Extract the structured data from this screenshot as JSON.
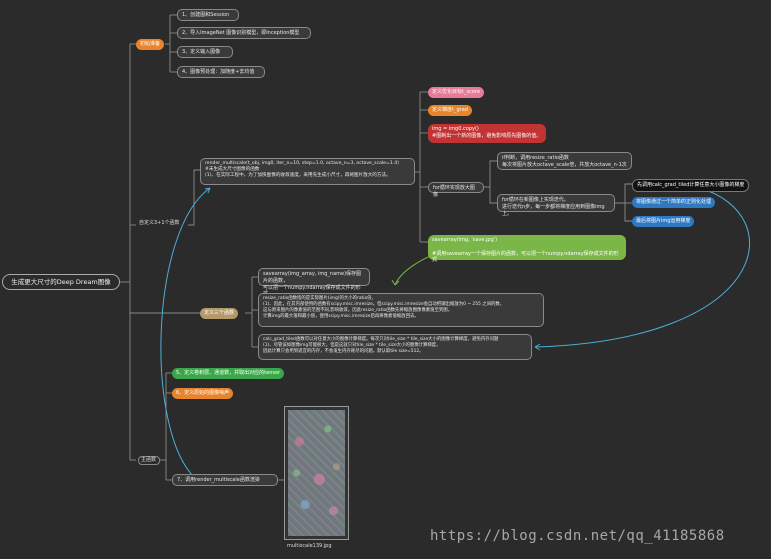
{
  "colors": {
    "orange": "#e8842c",
    "green": "#3aa84a",
    "pink": "#e87a9a",
    "red": "#c23434",
    "lime": "#7ab648",
    "blue_link": "#4ab0d8",
    "connector": "#8a8a8a"
  },
  "root": {
    "title": "生成更大尺寸的Deep Dream图像"
  },
  "branch1": {
    "label": "初始准备",
    "items": [
      "1、创建图和Session",
      "2、导入ImageNet 图像识别模型，即Inception模型",
      "3、定义输入图像",
      "4、图像预处理：加随度+去均值"
    ]
  },
  "branch2": {
    "label": "自定义3+1个函数",
    "render_text": "render_multiscale(t_obj, img0, iter_n=10, step=1.0, octave_n=3, octave_scale=1.4)\n  #未生成大尺寸图像的函数\n(1)、在实际工程中，为了加快图像的收敛速度，采用先生成小尺寸，再将图片放大的方法。",
    "steps": [
      "定义优化目标t_score",
      "定义梯度t_grad",
      "img = img0.copy()\n#图制出一个新的图像，避免影响原先图像的值。"
    ],
    "for_label": "for循环实现放大图像",
    "for_item1": "if判断，调用resize_ratio函数\n每次将图片放大octave_scale倍，共放大octave_n-1次",
    "for_item2": "for循环在新图像上实现迭代。\n进行迭代n步，每一步都将梯度应用到图像img上。",
    "for_item2_children": [
      "先调用calc_grad_tiled计算任意大小图像的梯度",
      "将图像通过一个简单的正则化处理",
      "最后将图片img运用梯度"
    ],
    "save_block": "savearray(img, 'save.jpg')\n\n#调用savearray一个保存图片的函数，可以把一个numpy.ndarray保存成文件的形式"
  },
  "branch3": {
    "label": "定义三个函数",
    "items": [
      "savearray(img_array, img_name)保存图片的函数，\n可以把一个numpy.ndarray保存成文件的形式",
      "resize_ratio函数指的是实际图片(img)的大小的ratio倍，\n(1)、因此，在其内部使用的函数有scipy.misc.imresize。但scipy.misc.imresize会自动把输出缩放为0 ~ 255 之间的数，\n这与原来图片的像素值的范围不同,影响收敛。因此resize_ratio函数先将缩放图像像素值至到图，\n计算img的最大值和最小值，使用scipy.misc.imresize后再将像素值缩放回去。",
      "calc_grad_tiled函数可以对任意大小的图像计算梯度。每次只对tile_size * tile_size大小的图像计算梯度，避免内存问题\n(1)、尽管该如图像img可能很大，但是这就只对tile_size * tile_size大小的图像计算梯度，\n因此计算只会用到适宜的内存，不会发生内存耗尽的问题。默认取tile size=512。"
    ]
  },
  "branch4": {
    "label": "主函数",
    "items": [
      "5、定义卷积层、通道数，并取出对应的tensor",
      "6、定义原始的图像噪声",
      "7、调用render_multiscale函数渲染"
    ],
    "image_caption": "multiscale139.jpg"
  },
  "watermark": "https://blog.csdn.net/qq_41185868"
}
